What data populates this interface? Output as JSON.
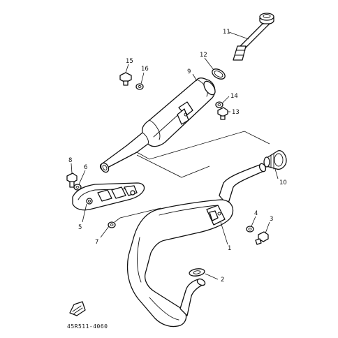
{
  "diagram": {
    "part_numbers": [
      "1",
      "2",
      "3",
      "4",
      "5",
      "6",
      "7",
      "8",
      "9",
      "10",
      "11",
      "12",
      "13",
      "14",
      "15",
      "16"
    ],
    "drawing_code": "45R511-4060"
  }
}
